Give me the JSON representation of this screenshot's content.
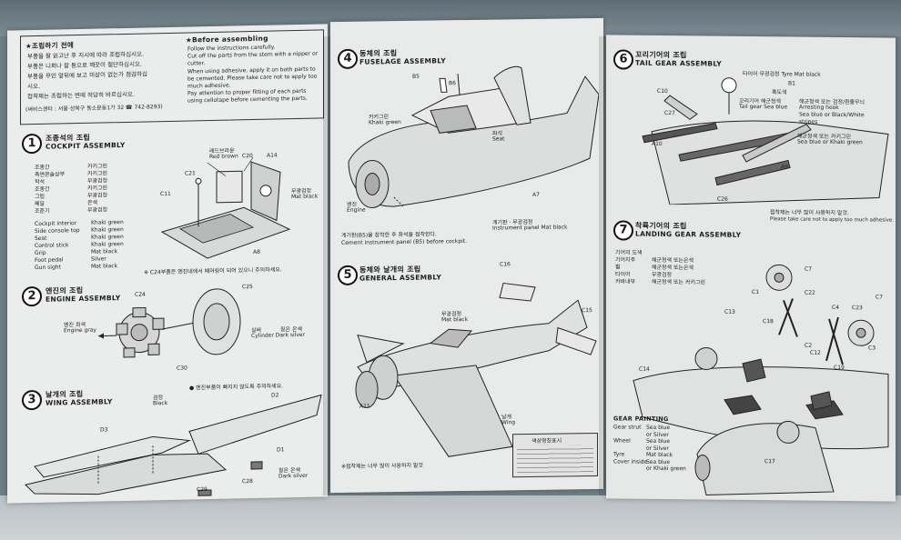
{
  "page1": {
    "before_korean": {
      "title": "★조립하기 전에",
      "lines": [
        "부품을 잘 읽고난 후 지시에 따라 조립하십시오.",
        "부품은 니퍼나 칼 등으로 깨끗이 절단하십시오.",
        "부품을 무인 앞뒤에 보고 미상이 없는가 점검하십",
        "시오.",
        "접착제는 조립하는 면에 적당히 바르십시오."
      ],
      "service": "(써비스센터 : 서울·성북구 동소문동1가 32 ☎ 742-8293)"
    },
    "before_english": {
      "title": "★Before assembling",
      "lines": [
        "Follow the instructions carefully.",
        "Cut off the parts from the stem with a nipper or",
        "cutter.",
        "When using adhesive, apply it on both parts to",
        "be cemented. Please take care not to apply too",
        "much adhesive.",
        "Pay attention to proper fitting of each parts",
        "using cellotape before cementing the parts."
      ]
    },
    "step1": {
      "num": "1",
      "title_ko": "조종석의 조립",
      "title_en": "COCKPIT ASSEMBLY",
      "colors_ko": [
        "조종간",
        "측면콘솔상부",
        "착석",
        "조종간",
        "그립",
        "페달",
        "조준기"
      ],
      "colors_ko_vals": [
        "카키그린",
        "카키그린",
        "무광검정",
        "카키그린",
        "무광검정",
        "은색",
        "무광검정"
      ],
      "colors_en": [
        "Cockpit interior",
        "Side console top",
        "Seat",
        "Control stick",
        "Grip",
        "Foot pedal",
        "Gun sight"
      ],
      "colors_en_vals": [
        "Khaki green",
        "Khaki green",
        "Khaki green",
        "Khaki green",
        "Mat black",
        "Silver",
        "Mat black"
      ],
      "labels": {
        "red_ko": "레드브라운",
        "red_en": "Red brown",
        "c20": "C20",
        "a14": "A14",
        "c21": "C21",
        "c11": "C11",
        "a8": "A8",
        "matblack_ko": "무광검정",
        "matblack_en": "Mat black"
      },
      "note": "※ C24부품은 엔진내에서 페어링이 되어 있으니 주의하세요."
    },
    "step2": {
      "num": "2",
      "title_ko": "엔진의 조립",
      "title_en": "ENGINE ASSEMBLY",
      "labels": {
        "c24": "C24",
        "c25": "C25",
        "c30": "C30",
        "grey_ko": "엔진 회색",
        "grey_en": "Engine gray",
        "silver_ko": "실버",
        "silver_ko2": "짙은 은색",
        "silver_en": "Cylinder Dark silver",
        "black_ko": "검정",
        "black_en": "Black"
      },
      "note": "● 엔진부품이 빠지지 않도록 주의하세요."
    },
    "step3": {
      "num": "3",
      "title_ko": "날개의 조립",
      "title_en": "WING ASSEMBLY",
      "labels": {
        "d2": "D2",
        "d3": "D3",
        "d1": "D1",
        "c28": "C28",
        "c29": "C29",
        "dark_ko": "짙은 은색",
        "dark_en": "Dark silver"
      }
    }
  },
  "page2": {
    "step4": {
      "num": "4",
      "title_ko": "동체의 조립",
      "title_en": "FUSELAGE ASSEMBLY",
      "labels": {
        "b5": "B5",
        "b6": "B6",
        "khaki_ko": "카키그린",
        "khaki_en": "Khaki green",
        "seat_ko": "좌석",
        "seat_en": "Seat",
        "engine_ko": "엔진",
        "engine_en": "Engine",
        "a7": "A7",
        "panel_ko": "계기판 · 무광검정",
        "panel_en": "Instrument panel Mat black"
      },
      "note_ko": "계기판(B5)을 장착한 후 좌석을 접착한다.",
      "note_en": "Cement instrument panel (B5) before cockpit."
    },
    "step5": {
      "num": "5",
      "title_ko": "동체와 날개의 조립",
      "title_en": "GENERAL ASSEMBLY",
      "labels": {
        "c16": "C16",
        "c15": "C15",
        "matblack_ko": "무광검정",
        "matblack_en": "Mat black",
        "a11": "A11",
        "wing_ko": "날개",
        "wing_en": "Wing"
      },
      "table_title": "색상명칭표시",
      "note": "※접착제는 너무 많이 사용하지 말것"
    }
  },
  "page3": {
    "step6": {
      "num": "6",
      "title_ko": "꼬리기어의 조립",
      "title_en": "TAIL GEAR ASSEMBLY",
      "labels": {
        "tyre": "타이어 무광검정 Tyre Mat black",
        "b1": "B1",
        "c10": "C10",
        "hook": "훅도색",
        "tailgear": "꼬리기어 해군청색",
        "tailgear_en": "Tail gear Sea blue",
        "arrest": "해군청색 또는 검정/흰줄무늬",
        "arrest_en": "Arresting hook",
        "arrest_en2": "Sea blue or Black/White",
        "arrest_en3": "stripes",
        "c27": "C27",
        "a10": "A10",
        "a9": "A9",
        "c26": "C26",
        "sb_ko": "해군청색 또는 카키그린",
        "sb_en": "Sea blue or Khaki green"
      },
      "note_ko": "접착제는 너무 많이 사용하지 말것.",
      "note_en": "Please take care not to apply too much adhesive."
    },
    "step7": {
      "num": "7",
      "title_ko": "착륙기어의 조립",
      "title_en": "LANDING GEAR ASSEMBLY",
      "paint_ko": [
        "기어의 도색",
        "기어지주",
        "휠",
        "타이어",
        "카바내부"
      ],
      "paint_ko_vals": [
        "",
        "해군청색 또는은색",
        "해군청색 또는은색",
        "무광검정",
        "해군청색 또는 카키그린"
      ],
      "labels": {
        "c7": "C7",
        "c1": "C1",
        "c22": "C22",
        "c2": "C2",
        "c4": "C4",
        "c23": "C23",
        "c3": "C3",
        "c13": "C13",
        "c18": "C18",
        "c14": "C14",
        "c12": "C12",
        "c19": "C19",
        "c17": "C17"
      },
      "gear_title": "GEAR PAINTING",
      "gear_items": [
        "Gear strut",
        "",
        "Wheel",
        "",
        "Tyre",
        "Cover inside"
      ],
      "gear_vals": [
        "Sea blue",
        "or Silver",
        "Sea blue",
        "or Silver",
        "Mat black",
        "Sea blue"
      ],
      "gear_extra": "or Khaki green"
    }
  }
}
